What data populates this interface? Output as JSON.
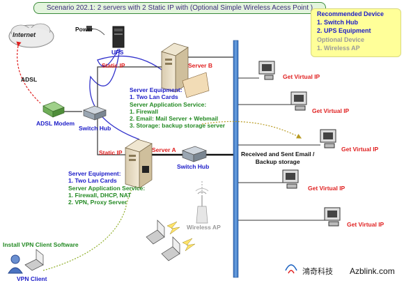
{
  "title": "Scenario 202.1: 2 servers with 2 Static IP with (Optional Simple Wireless Acess Point )",
  "recommended": {
    "heading": "Recommended Device",
    "item1": "1. Switch Hub",
    "item2": "2. UPS Equipment",
    "optional_heading": "Optional Device",
    "optional_item": "1. Wireless AP"
  },
  "labels": {
    "internet": "Internet",
    "power": "Power",
    "ups": "UPS",
    "adsl": "ADSL",
    "static_ip_top": "Static IP",
    "static_ip_bottom": "Static IP",
    "server_b": "Server B",
    "server_a": "Server A",
    "adsl_modem": "ADSL Modem",
    "switch_hub_left": "Switch Hub",
    "switch_hub_right": "Switch Hub",
    "wireless_ap": "Wireless AP",
    "email_backup": "Received and Sent Email /\nBackup storage",
    "vpn_install": "Install VPN Client Software",
    "vpn_client": "VPN Client"
  },
  "server_b_block": {
    "equipment_heading": "Server Equipment:",
    "equipment_item": "1. Two Lan Cards",
    "service_heading": "Server Application Service:",
    "services": [
      "1. Firewall",
      "2. Email: Mail Server + Webmail",
      "3. Storage: backup storage server"
    ]
  },
  "server_a_block": {
    "equipment_heading": "Server Equipment:",
    "equipment_item": "1. Two Lan Cards",
    "service_heading": "Server Application Service:",
    "services": [
      "1. Firewall, DHCP, NAT",
      "2. VPN, Proxy Server"
    ]
  },
  "clients": [
    "Get Virtual IP",
    "Get Virtual IP",
    "Get Virtual IP",
    "Get Virtual IP",
    "Get Virtual IP"
  ],
  "brand": {
    "chinese": "鴻奇科技",
    "site": "Azblink.com"
  },
  "colors": {
    "title_border": "#3a8a3a",
    "title_bg": "#e3f4dd",
    "rec_bg": "#ffff99",
    "blue_text": "#1c1cc8",
    "green_text": "#238a23",
    "red_text": "#e02020",
    "link_blue": "#3333cc",
    "backbone": "#3b78c8"
  }
}
